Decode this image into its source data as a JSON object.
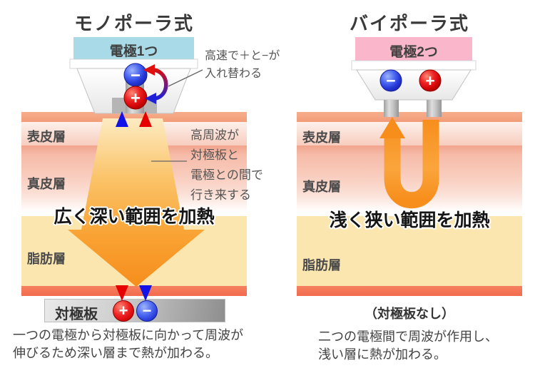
{
  "left": {
    "title": "モノポーラ式",
    "electrode_label": "電極1つ",
    "swap_note": "高速で＋と−が\n入れ替わる",
    "rf_note": "高周波が\n対極板と\n電極との間で\n行き来する",
    "heat_label": "広く深い範囲を加熱",
    "plate_label": "対極板",
    "caption": "一つの電極から対極板に向かって周波が\n伸びるため深い層まで熱が加わる。"
  },
  "right": {
    "title": "バイポーラ式",
    "electrode_label": "電極2つ",
    "heat_label": "浅く狭い範囲を加熱",
    "no_plate_label": "（対極板なし）",
    "caption": "二つの電極間で周波が作用し、\n浅い層に熱が加わる。"
  },
  "layers": [
    "表皮層",
    "真皮層",
    "脂肪層"
  ],
  "symbols": {
    "plus": "+",
    "minus": "−"
  },
  "colors": {
    "monopolar_header": "#a8dae7",
    "bipolar_header": "#fab6ca",
    "plus_red": "#d40808",
    "minus_blue": "#2638d8",
    "heat_orange": "#f7941d",
    "skin_surface": "#f29c78",
    "fat_layer": "#fbe6b0"
  }
}
